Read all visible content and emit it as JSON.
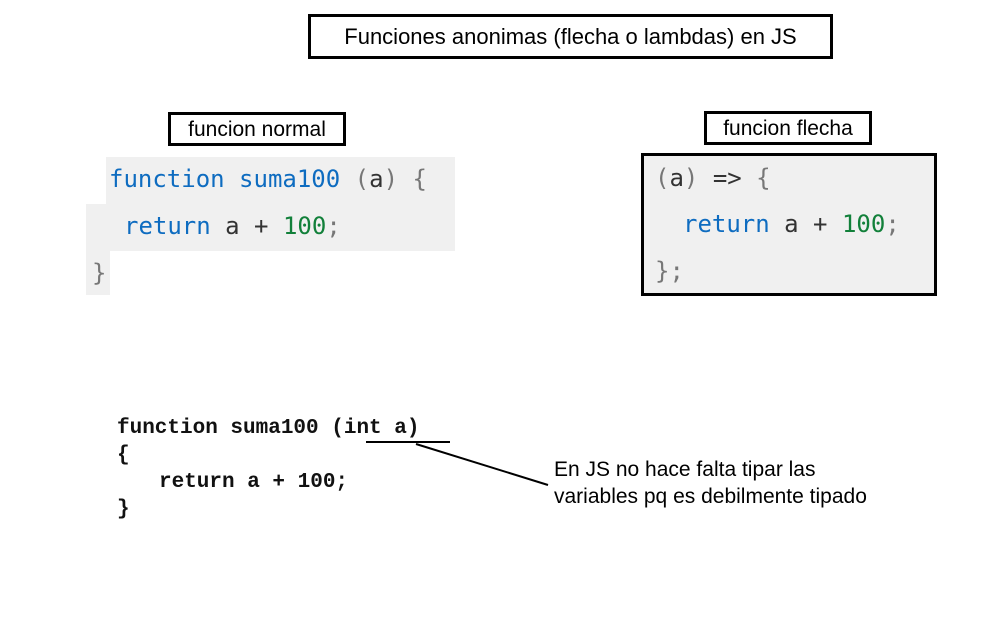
{
  "title": "Funciones anonimas (flecha o lambdas) en JS",
  "normal_function": {
    "label": "funcion normal",
    "line1": {
      "kw": "function",
      "name": "suma100",
      "open": "(",
      "param": "a",
      "close": ")",
      "brace": "{"
    },
    "line2": {
      "kw": "return",
      "expr": "a + ",
      "num": "100",
      "semi": ";"
    },
    "line3": {
      "brace": "}"
    }
  },
  "arrow_function": {
    "label": "funcion flecha",
    "line1": {
      "open": "(",
      "param": "a",
      "close": ")",
      "arrow": "=>",
      "brace": "{"
    },
    "line2": {
      "kw": "return",
      "expr": "a + ",
      "num": "100",
      "semi": ";"
    },
    "line3": {
      "end": "};"
    }
  },
  "typed_example": {
    "line1_head": "function suma100 ",
    "line1_params": "(int a)",
    "line2": "{",
    "line3": "return a + 100;",
    "line4": "}"
  },
  "note": {
    "line1": "En JS no hace falta tipar las",
    "line2": "variables pq es debilmente tipado"
  },
  "colors": {
    "keyword": "#0e6cc0",
    "number": "#12803a",
    "punctuation": "#777777",
    "code_background": "#f0f0f0"
  }
}
